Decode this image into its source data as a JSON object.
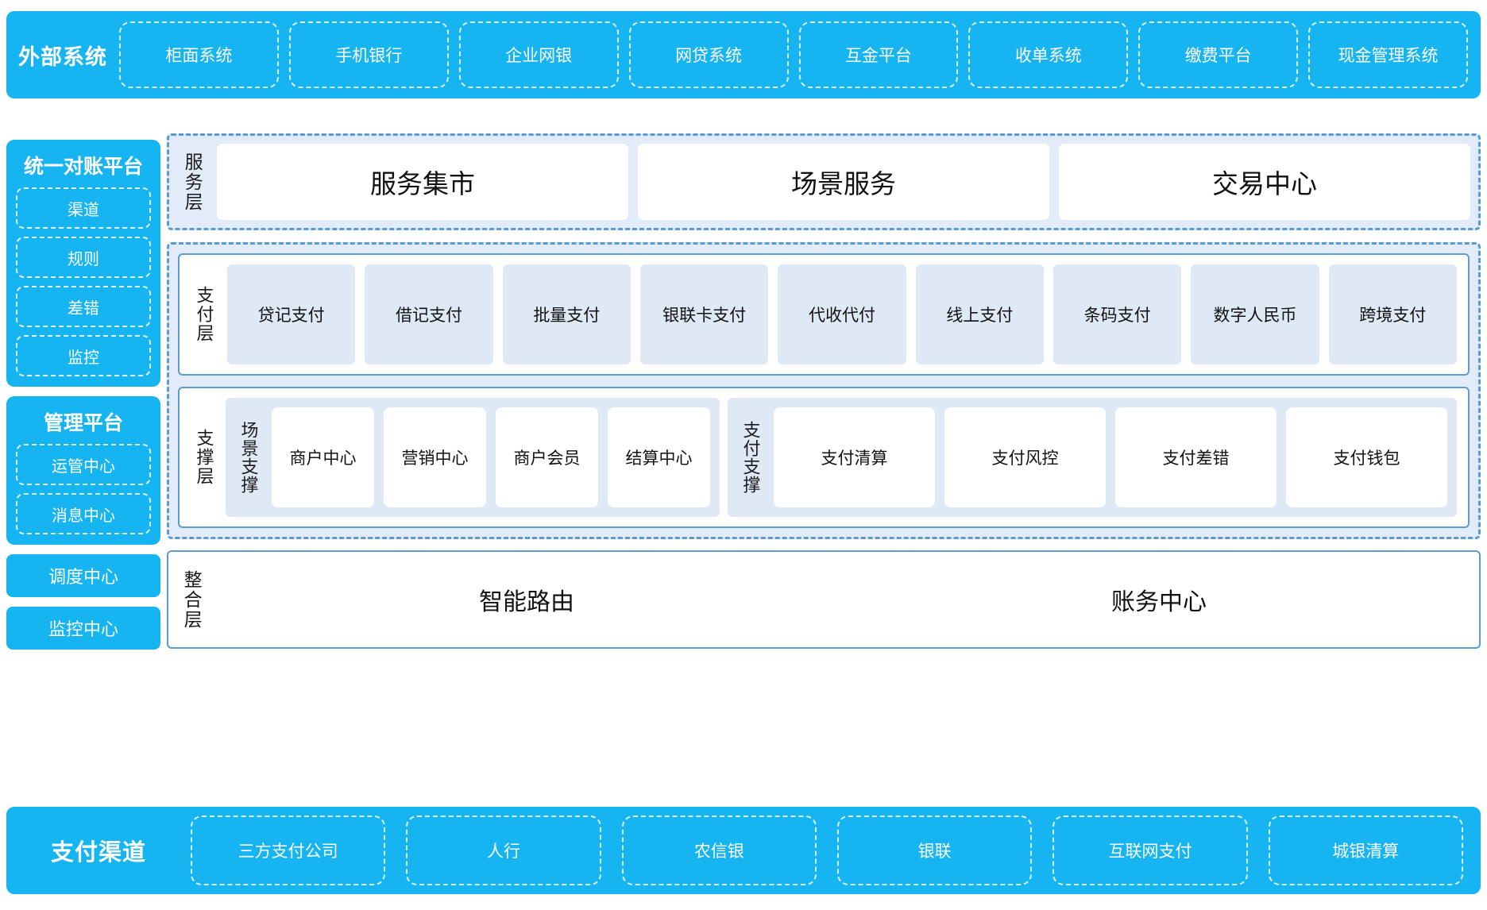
{
  "external_systems": {
    "title": "外部系统",
    "items": [
      "柜面系统",
      "手机银行",
      "企业网银",
      "网贷系统",
      "互金平台",
      "收单系统",
      "缴费平台",
      "现金管理系统"
    ]
  },
  "left_column": {
    "reconciliation_platform": {
      "title": "统一对账平台",
      "items": [
        "渠道",
        "规则",
        "差错",
        "监控"
      ]
    },
    "management_platform": {
      "title": "管理平台",
      "items": [
        "运管中心",
        "消息中心"
      ]
    },
    "standalone": [
      "调度中心",
      "监控中心"
    ]
  },
  "service_layer": {
    "label": "服务层",
    "items": [
      "服务集市",
      "场景服务",
      "交易中心"
    ]
  },
  "payment_layer": {
    "label": "支付层",
    "items": [
      "贷记支付",
      "借记支付",
      "批量支付",
      "银联卡支付",
      "代收代付",
      "线上支付",
      "条码支付",
      "数字人民币",
      "跨境支付"
    ]
  },
  "support_layer": {
    "label": "支撑层",
    "scene_support": {
      "label": "场景支撑",
      "items": [
        "商户中心",
        "营销中心",
        "商户会员",
        "结算中心"
      ]
    },
    "pay_support": {
      "label": "支付支撑",
      "items": [
        "支付清算",
        "支付风控",
        "支付差错",
        "支付钱包"
      ]
    }
  },
  "integration_layer": {
    "label": "整合层",
    "items": [
      "智能路由",
      "账务中心"
    ]
  },
  "payment_channels": {
    "title": "支付渠道",
    "items": [
      "三方支付公司",
      "人行",
      "农信银",
      "银联",
      "互联网支付",
      "城银清算"
    ]
  },
  "colors": {
    "brand_blue": "#16b4f0",
    "group_border": "#5b9bd5",
    "group_fill": "#e1ecf8",
    "chip_fill": "#dfe9f5"
  }
}
